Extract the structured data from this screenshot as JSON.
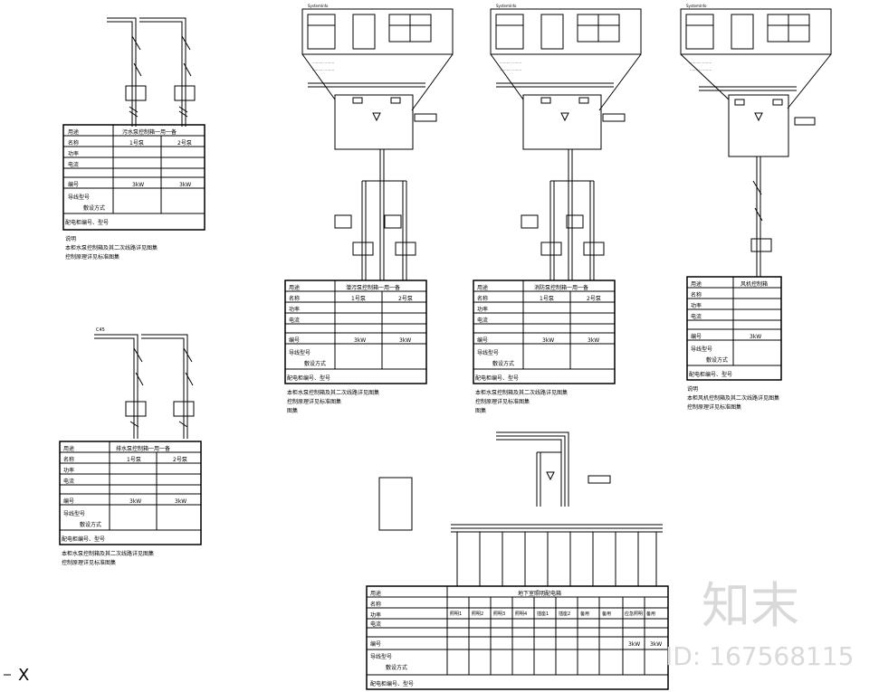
{
  "watermark": {
    "logo_text": "知末",
    "id_text": "ID: 167568115"
  },
  "axis_marker": "X",
  "panels": {
    "p1": {
      "title": "污水泵控制箱一用一备",
      "row1_a": "1号泵",
      "row1_b": "2号泵",
      "rating_a": "3kW",
      "rating_b": "3kW",
      "note_title": "说明",
      "note1": "本柜水泵控制箱及其二次线路详见图集",
      "note2": "控制原理详见标准图集"
    },
    "p2": {
      "title": "排水泵控制箱一用一备",
      "row1_a": "1号泵",
      "row1_b": "2号泵",
      "rating_a": "3kW",
      "rating_b": "3kW",
      "note1": "本柜水泵控制箱及其二次线路详见图集",
      "note2": "控制原理详见标准图集"
    },
    "p3": {
      "title": "潜污泵控制箱一用一备",
      "row1_a": "1号泵",
      "row1_b": "2号泵",
      "rating_a": "3kW",
      "rating_b": "3kW",
      "note1": "本柜水泵控制箱及其二次线路详见图集",
      "note2": "控制原理详见标准图集",
      "note3": "图集"
    },
    "p4": {
      "title": "消防泵控制箱一用一备",
      "row1_a": "1号泵",
      "row1_b": "2号泵",
      "rating_a": "3kW",
      "rating_b": "3kW",
      "note1": "本柜水泵控制箱及其二次线路详见图集",
      "note2": "控制原理详见标准图集",
      "note3": "图集"
    },
    "p5": {
      "title": "风机控制箱",
      "rating_a": "3kW",
      "note_title": "说明",
      "note1": "本柜风机控制箱及其二次线路详见图集",
      "note2": "控制原理详见标准图集"
    },
    "p6": {
      "title": "地下室照明配电箱",
      "rating_a": "3kW",
      "rating_b": "3kW",
      "cols": [
        "照明1",
        "照明2",
        "照明3",
        "照明4",
        "插座1",
        "插座2",
        "备用",
        "备用",
        "应急照明",
        "备用"
      ]
    }
  }
}
